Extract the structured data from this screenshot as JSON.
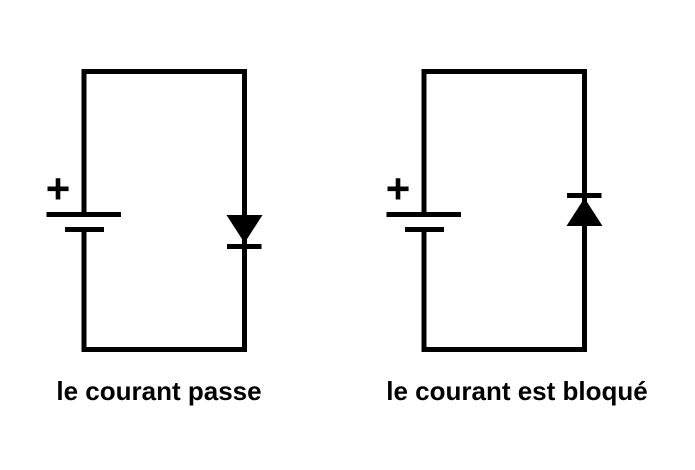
{
  "colors": {
    "line": "#000000",
    "background": "#ffffff"
  },
  "circuits": [
    {
      "id": "left",
      "battery_plus": "+",
      "diode_direction": "down",
      "caption": "le courant passe"
    },
    {
      "id": "right",
      "battery_plus": "+",
      "diode_direction": "up",
      "caption": "le courant est bloqué"
    }
  ]
}
